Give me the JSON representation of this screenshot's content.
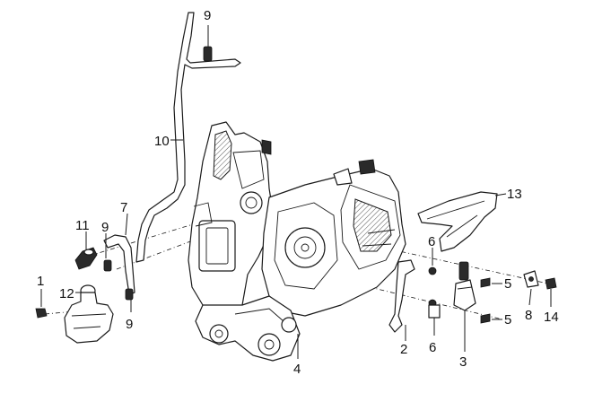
{
  "callouts": {
    "c1": "1",
    "c2": "2",
    "c3": "3",
    "c4": "4",
    "c5a": "5",
    "c5b": "5",
    "c6a": "6",
    "c6b": "6",
    "c7": "7",
    "c8": "8",
    "c9a": "9",
    "c9b": "9",
    "c9c": "9",
    "c10": "10",
    "c11": "11",
    "c12": "12",
    "c13": "13",
    "c14": "14"
  }
}
